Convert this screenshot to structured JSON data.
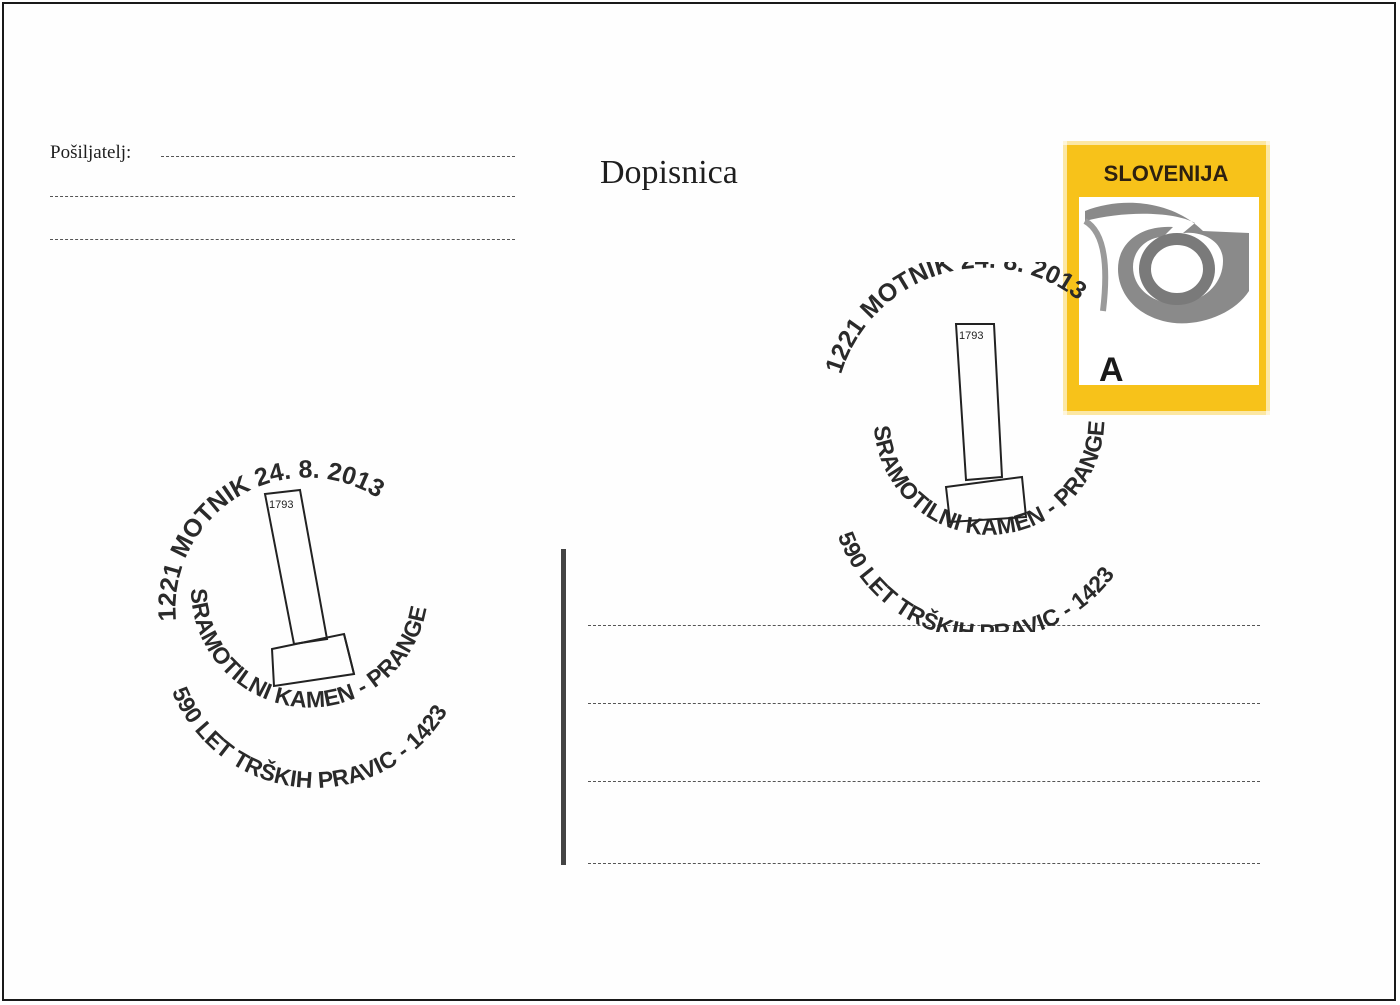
{
  "card": {
    "title": "Dopisnica",
    "sender_label": "Pošiljatelj:"
  },
  "stamp": {
    "country": "SLOVENIJA",
    "rate": "A",
    "icon": "post-horn-icon",
    "colors": {
      "frame": "#f7c21a",
      "horn": "#7f7f7f",
      "background": "#ffffff"
    }
  },
  "postmark": {
    "top_text": "1221 MOTNIK 24. 8. 2013",
    "middle_text": "SRAMOTILNI KAMEN - PRANGER",
    "bottom_text": "590 LET TRŠKIH PRAVIC - 1423",
    "pillar_year": "1793"
  }
}
